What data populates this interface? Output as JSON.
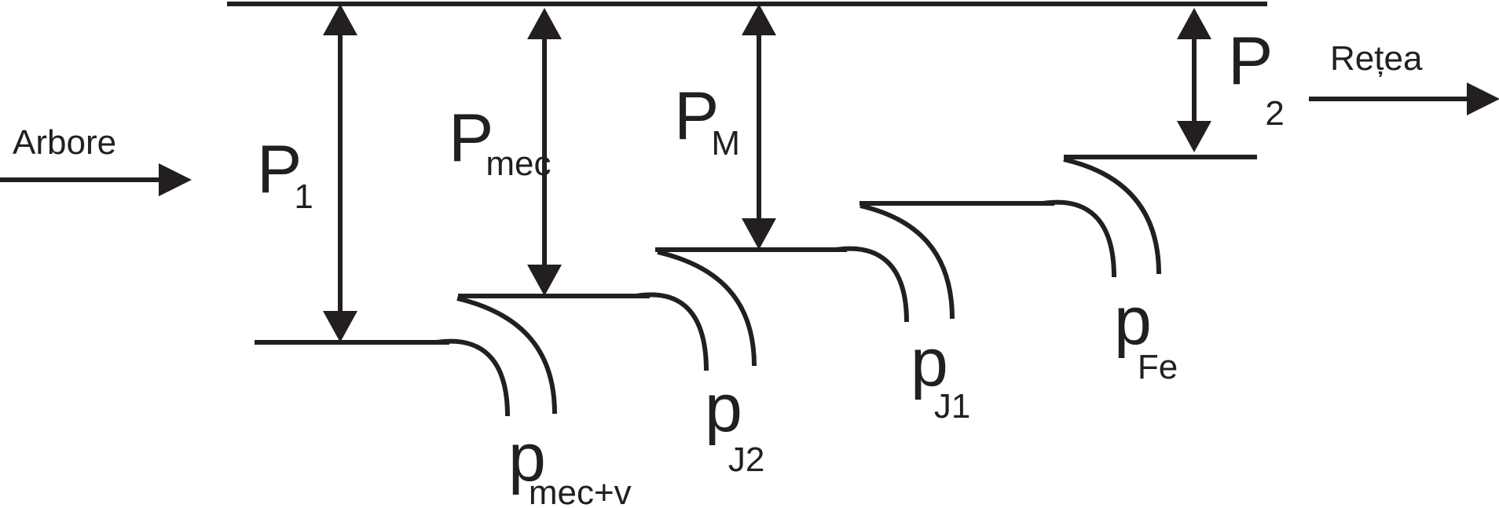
{
  "diagram": {
    "labels": {
      "input": "Arbore",
      "output": "Rețea"
    },
    "powers": [
      {
        "symbol": "P",
        "subscript": "1"
      },
      {
        "symbol": "P",
        "subscript": "mec"
      },
      {
        "symbol": "P",
        "subscript": "M"
      },
      {
        "symbol": "P",
        "subscript": "2"
      }
    ],
    "losses": [
      {
        "symbol": "p",
        "subscript": "mec+v"
      },
      {
        "symbol": "p",
        "subscript": "J2"
      },
      {
        "symbol": "p",
        "subscript": "J1"
      },
      {
        "symbol": "p",
        "subscript": "Fe"
      }
    ],
    "colors": {
      "ink": "#231f20",
      "background": "#ffffff"
    }
  }
}
